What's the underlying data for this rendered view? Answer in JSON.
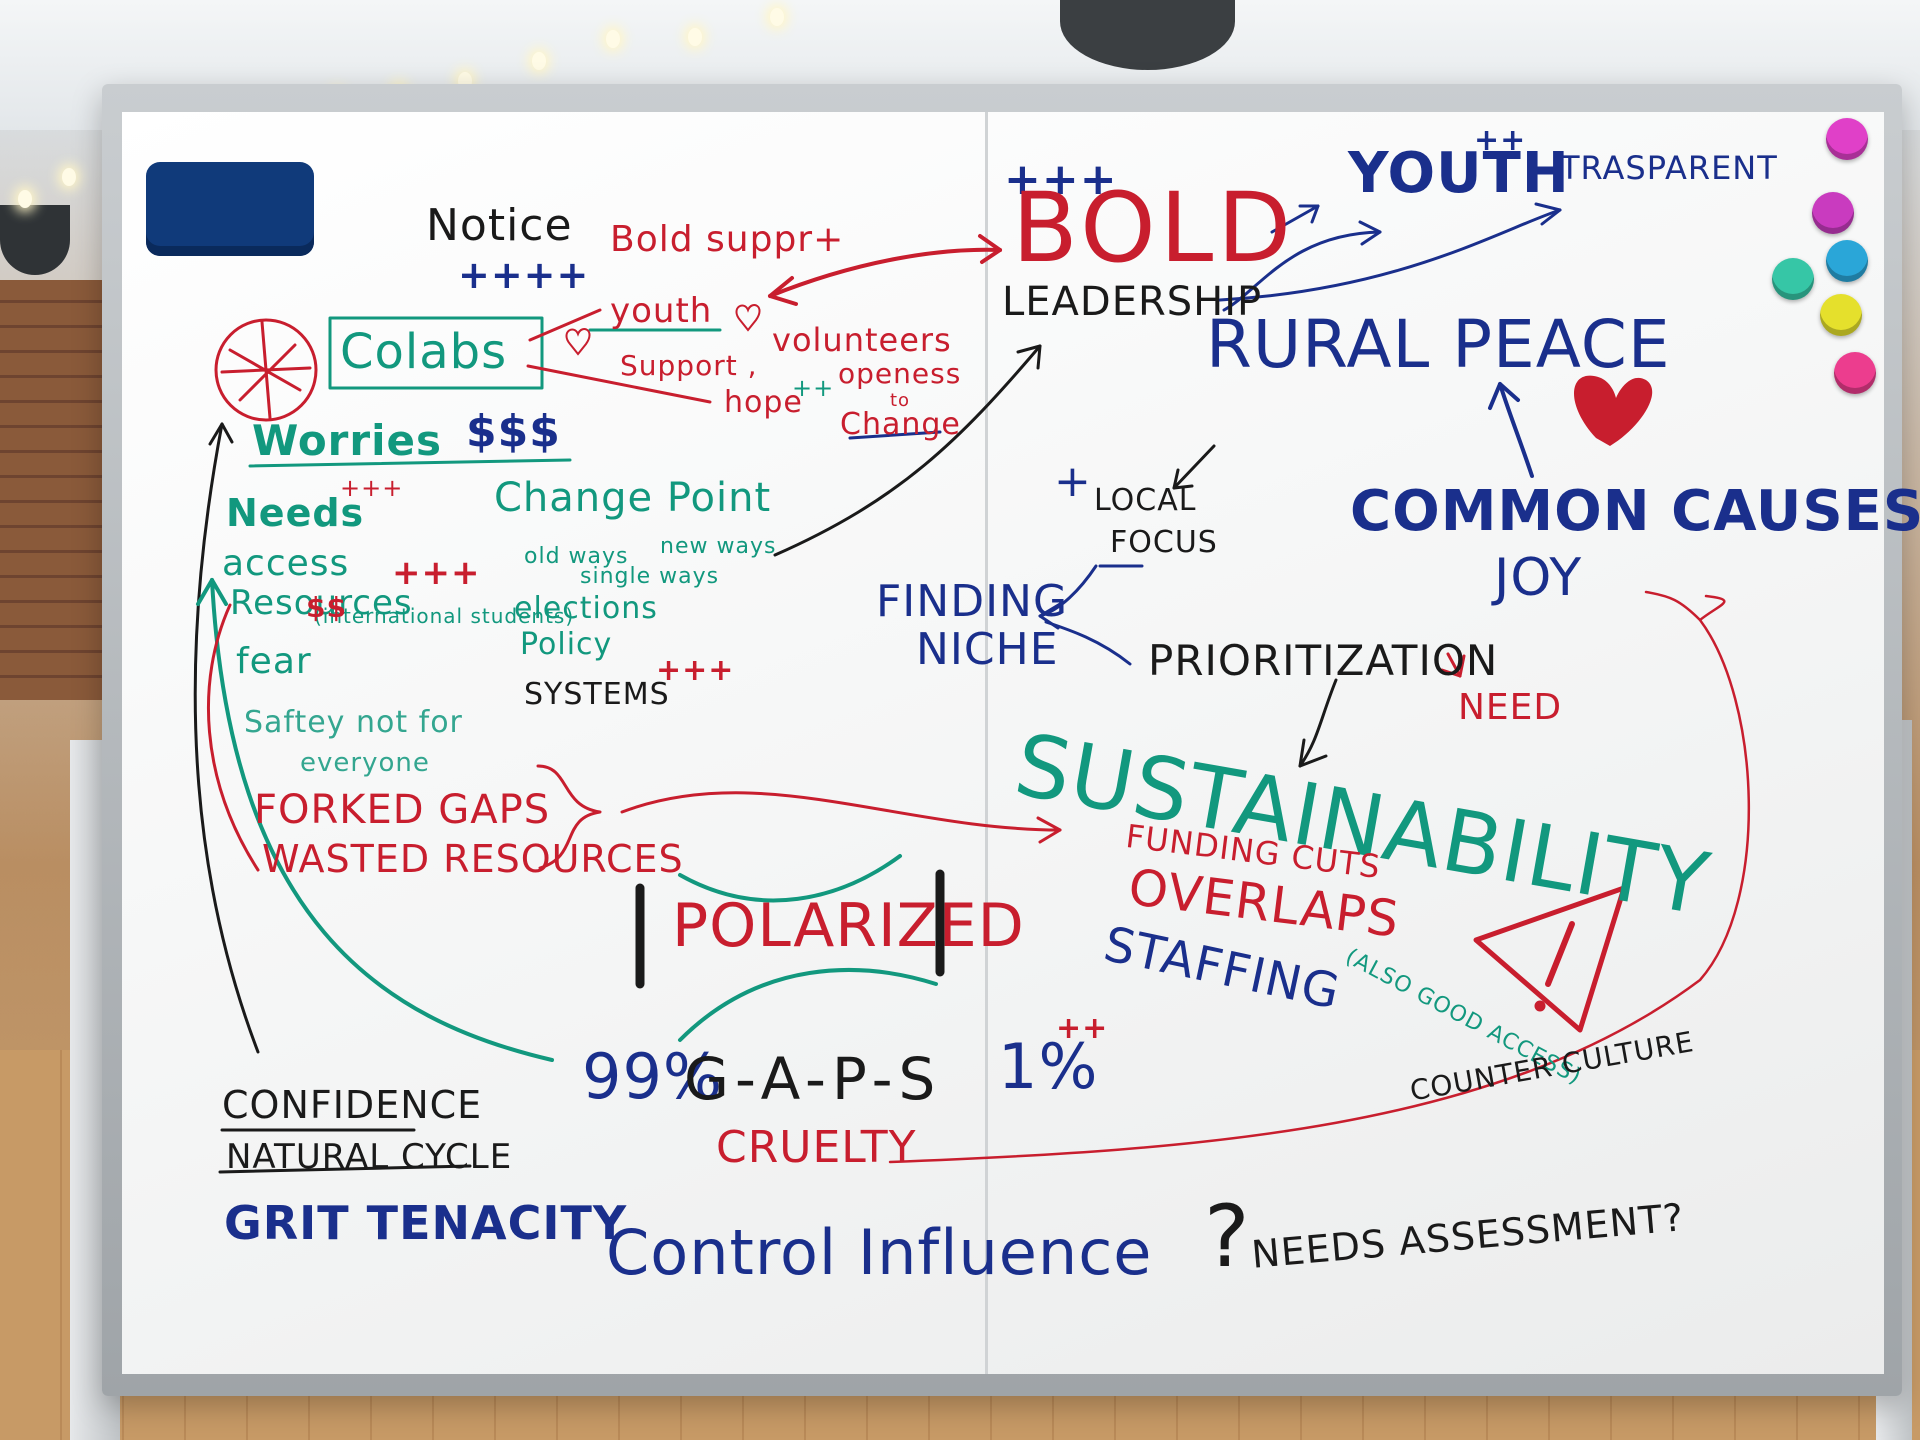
{
  "colors": {
    "red": "#c81e2e",
    "blue": "#1a2f8c",
    "green": "#12987e",
    "black": "#1a1a1a"
  },
  "board": {
    "notice": "Notice",
    "notice_marks": "++++",
    "bold_support": "Bold suppr+",
    "plus_top": "+++",
    "bold": "BOLD",
    "leadership": "LEADERSHIP",
    "youth_top": "YOUTH",
    "youth_plus": "++",
    "trasparent": "TRASPARENT",
    "colabs": "Colabs",
    "youth": "youth",
    "volunteers": "volunteers",
    "support": "Support ,",
    "hope": "hope",
    "hope_plus": "++",
    "openess": "openess",
    "to": "to",
    "change": "Change",
    "worries": "Worries",
    "dollars": "$$$",
    "needs": "Needs",
    "needs_plus": "+++",
    "change_point": "Change Point",
    "access": "access",
    "resources": "Resources",
    "resources_plus": "+++",
    "old_ways": "old ways",
    "new_ways": "new ways",
    "single_ways": "single ways",
    "fear": "fear",
    "international_students": "(international students)",
    "fear_dollars": "$$",
    "elections": "elections",
    "policy": "Policy",
    "systems": "SYSTEMS",
    "systems_plus": "+++",
    "saftey": "Saftey not for",
    "everyone": "everyone",
    "forked_gaps": "FORKED GAPS",
    "wasted_resources": "WASTED RESOURCES",
    "rural_peace": "RURAL PEACE",
    "plus_local": "+",
    "local_focus_1": "LOCAL",
    "local_focus_2": "FOCUS",
    "common_causes": "COMMON CAUSES",
    "joy": "JOY",
    "finding": "FINDING",
    "niche": "NICHE",
    "prioritization": "PRIORITIZATION",
    "need": "NEED",
    "sustainability": "SUSTAINABILITY",
    "funding_cuts": "FUNDING CUTS",
    "overlaps": "OVERLAPS",
    "also_good_access": "(ALSO GOOD ACCESS)",
    "staffing": "STAFFING",
    "polarized": "POLARIZED",
    "pct_99": "99%",
    "gaps": "G-A-P-S",
    "pct_1": "1%",
    "pct_1_plus": "++",
    "cruelty": "CRUELTY",
    "counter_culture": "COUNTER CULTURE",
    "confidence": "CONFIDENCE",
    "natural_cycle": "NATURAL CYCLE",
    "grit_tenacity": "GRIT TENACITY",
    "control_influence": "Control Influence",
    "question": "?",
    "needs_assessment": "NEEDS ASSESSMENT?"
  }
}
